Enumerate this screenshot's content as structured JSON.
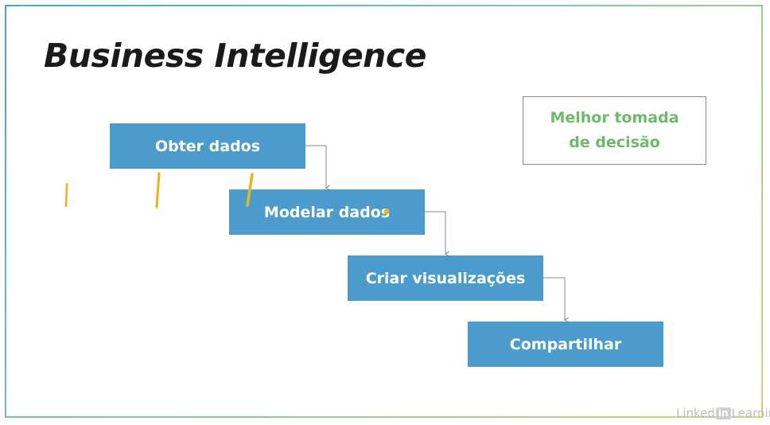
{
  "slide": {
    "title": "Business Intelligence",
    "steps": [
      {
        "label": "Obter dados"
      },
      {
        "label": "Modelar dados"
      },
      {
        "label": "Criar visualizações"
      },
      {
        "label": "Compartilhar"
      }
    ],
    "outcome": {
      "line1": "Melhor tomada",
      "line2": "de decisão"
    }
  },
  "watermark": {
    "before": "Linked",
    "box": "in",
    "after": "Learning"
  },
  "colors": {
    "step_fill": "#4b9ccc",
    "outcome_text": "#6dbb6a",
    "annotation_marks": "#e6b422",
    "frame_gradient": [
      "#4aa3c8",
      "#7cc6a8",
      "#d7d46a"
    ]
  }
}
